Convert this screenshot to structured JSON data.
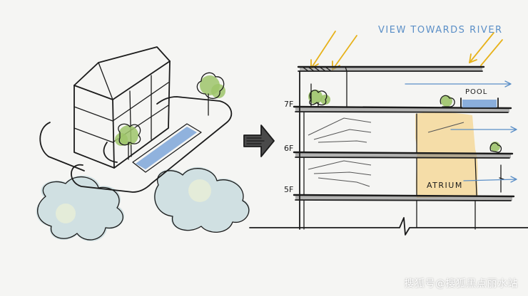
{
  "annotations": {
    "view_label": "VIEW TOWARDS RIVER",
    "pool_label": "POOL",
    "atrium_label": "ATRIUM"
  },
  "floors": [
    "7F",
    "6F",
    "5F"
  ],
  "watermark": "搜狐号@搜狐黑点丽水站",
  "colors": {
    "ink": "#1b1b1b",
    "blue_ink": "#5b8fc7",
    "foliage": "#9dc46a",
    "water": "#7ea6d8",
    "atrium": "#f4c96a",
    "sunlight": "#e7b21b"
  }
}
